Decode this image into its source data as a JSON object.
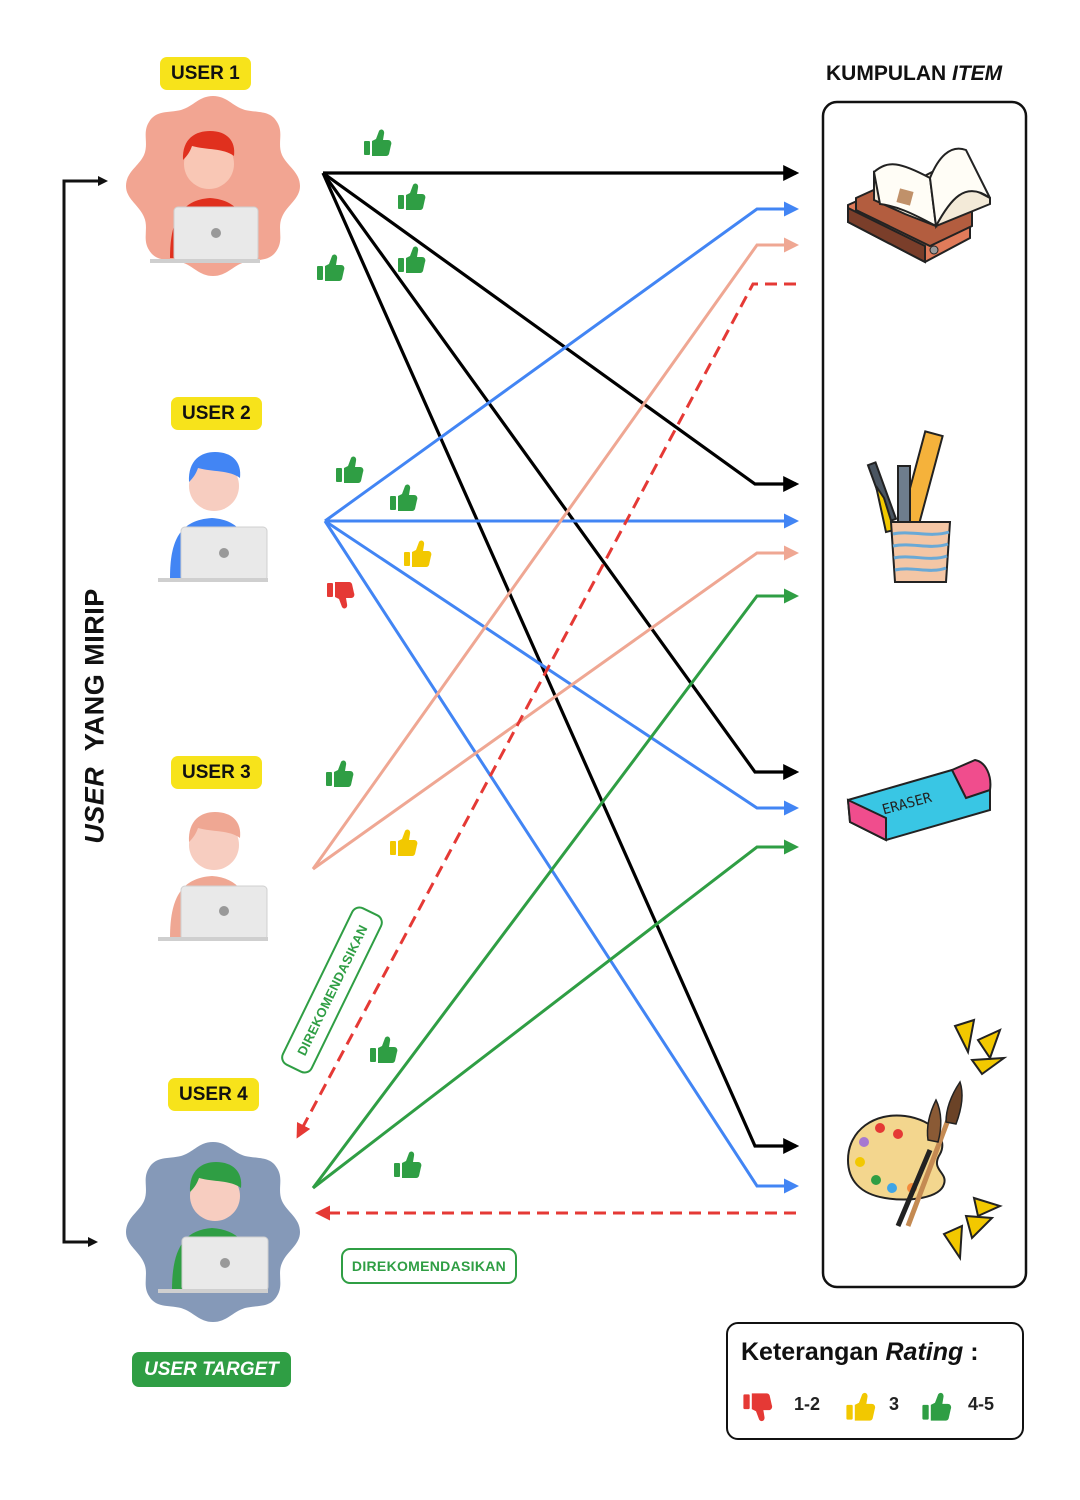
{
  "users": [
    {
      "badge": "USER 1"
    },
    {
      "badge": "USER 2"
    },
    {
      "badge": "USER 3"
    },
    {
      "badge": "USER 4"
    }
  ],
  "target_label": "USER TARGET",
  "similar_users_label": {
    "italic": "USER",
    "rest": "  YANG MIRIP"
  },
  "items_title": {
    "plain": "KUMPULAN ",
    "italic": "ITEM"
  },
  "items": [
    {
      "icon": "books-icon"
    },
    {
      "icon": "pencil-cup-icon"
    },
    {
      "icon": "eraser-icon",
      "text": "ERASER"
    },
    {
      "icon": "palette-icon"
    }
  ],
  "recommended_label": "DIREKOMENDASIKAN",
  "legend": {
    "title_plain": "Keterangan ",
    "title_italic": "Rating",
    "title_suffix": " :",
    "entries": [
      {
        "icon": "thumbs-down-icon",
        "color": "#e53935",
        "value": "1-2"
      },
      {
        "icon": "thumbs-up-icon",
        "color": "#f2c800",
        "value": "3"
      },
      {
        "icon": "thumbs-up-icon",
        "color": "#2f9e44",
        "value": "4-5"
      }
    ]
  },
  "colors": {
    "user1": "#000000",
    "user2": "#4285f4",
    "user3": "#efa793",
    "user4": "#2f9e44",
    "recommend": "#e53935",
    "thumb_green": "#2f9e44",
    "thumb_yellow": "#f2c800",
    "thumb_red": "#e53935"
  }
}
